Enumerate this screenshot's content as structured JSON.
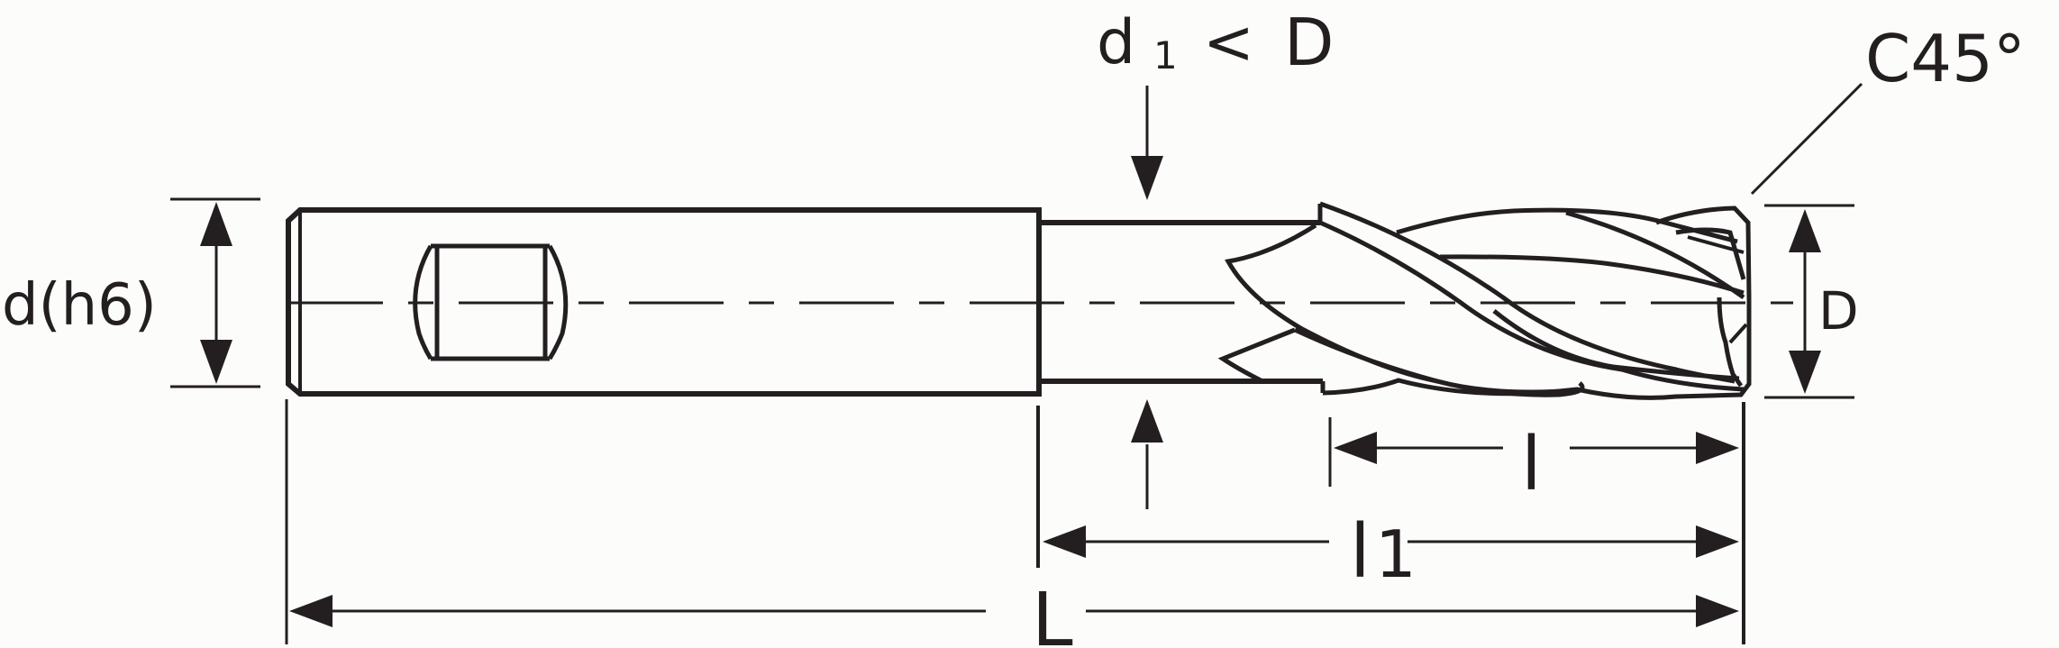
{
  "labels": {
    "d1": "d",
    "d1_sub": "1",
    "lt": "<",
    "D_top": "D",
    "chamfer": "C45°",
    "shank": "d(h6)",
    "D_right": "D",
    "l": "l",
    "l1": "l",
    "l1_sub": "1",
    "L": "L"
  },
  "colors": {
    "ink": "#231f20",
    "background": "#fcfcfb"
  }
}
